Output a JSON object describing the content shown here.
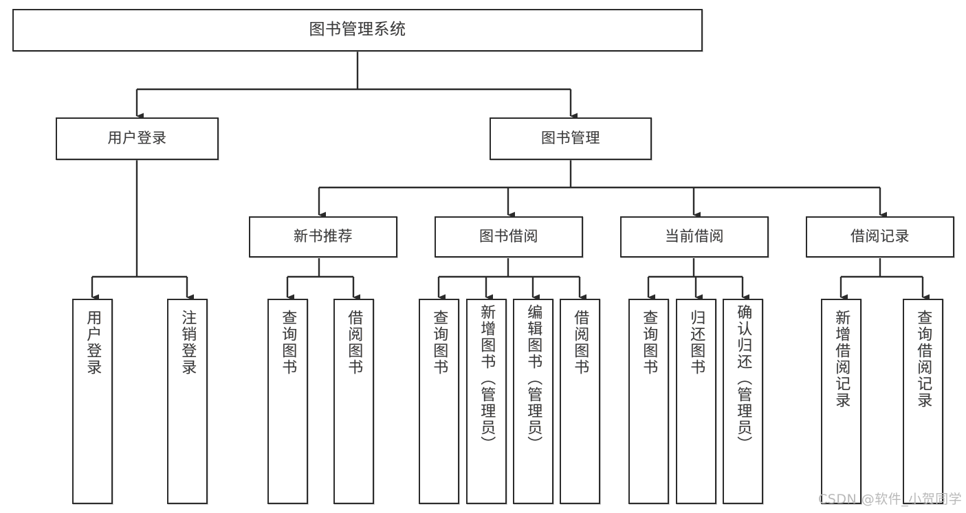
{
  "diagram": {
    "type": "tree-hierarchy-flowchart",
    "title": "图书管理系统",
    "watermark": "CSDN @软件_小贺同学",
    "colors": {
      "box_border": "#2b2b2b",
      "box_fill": "#ffffff",
      "text": "#3a3a3a",
      "connector": "#2b2b2b",
      "watermark": "#b9b9b9",
      "background": "#ffffff"
    },
    "levels": {
      "root": "图书管理系统",
      "level2": [
        "用户登录",
        "图书管理"
      ],
      "level3": [
        "新书推荐",
        "图书借阅",
        "当前借阅",
        "借阅记录"
      ]
    },
    "nodes": {
      "root": {
        "label": "图书管理系统"
      },
      "user_login": {
        "label": "用户登录"
      },
      "book_manage": {
        "label": "图书管理"
      },
      "new_book_rec": {
        "label": "新书推荐"
      },
      "book_borrow": {
        "label": "图书借阅"
      },
      "current_borrow": {
        "label": "当前借阅"
      },
      "borrow_record": {
        "label": "借阅记录"
      },
      "leaf_user_login": {
        "label": "用户登录"
      },
      "leaf_logout": {
        "label": "注销登录"
      },
      "leaf_query_book_a": {
        "label": "查询图书"
      },
      "leaf_borrow_book_a": {
        "label": "借阅图书"
      },
      "leaf_query_book_b": {
        "label": "查询图书"
      },
      "leaf_add_book": {
        "label": "新增图书（管理员）"
      },
      "leaf_edit_book": {
        "label": "编辑图书（管理员）"
      },
      "leaf_borrow_book_b": {
        "label": "借阅图书"
      },
      "leaf_query_book_c": {
        "label": "查询图书"
      },
      "leaf_return_book": {
        "label": "归还图书"
      },
      "leaf_confirm_return": {
        "label": "确认归还（管理员）"
      },
      "leaf_add_record": {
        "label": "新增借阅记录"
      },
      "leaf_query_record": {
        "label": "查询借阅记录"
      }
    }
  }
}
